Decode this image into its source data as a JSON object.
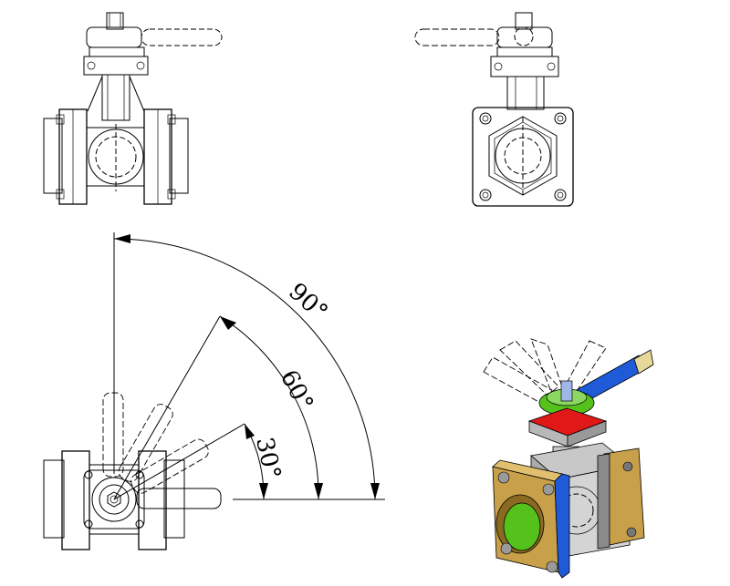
{
  "angles": {
    "a90": "90°",
    "a60": "60°",
    "a30": "30°"
  },
  "colors": {
    "brass": "#c9a04a",
    "brass_dark": "#8a6a22",
    "steel": "#b8b8b8",
    "steel_dark": "#777777",
    "green": "#55c21c",
    "blue": "#1f5bd8",
    "red": "#e01818",
    "handle_cap": "#e8d89a"
  }
}
